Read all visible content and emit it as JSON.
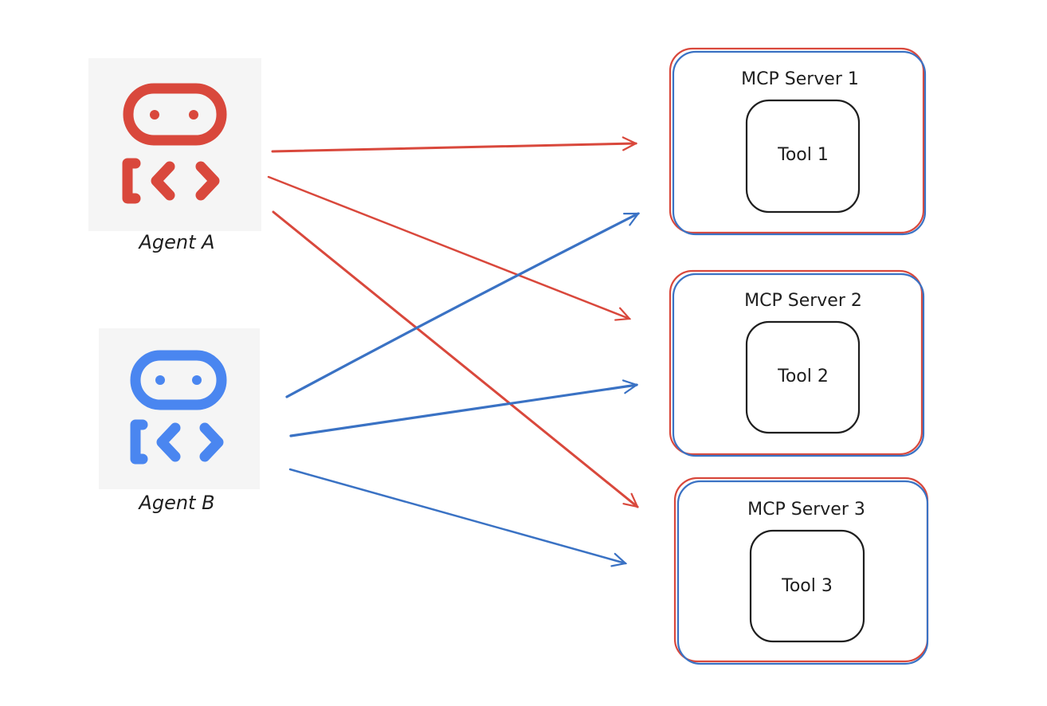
{
  "agents": [
    {
      "id": "agent-a",
      "label": "Agent A",
      "color": "#d9483c",
      "icon": "robot-code-icon"
    },
    {
      "id": "agent-b",
      "label": "Agent B",
      "color": "#4a86f0",
      "icon": "robot-code-icon"
    }
  ],
  "servers": [
    {
      "id": "server-1",
      "title": "MCP Server 1",
      "tool": "Tool 1"
    },
    {
      "id": "server-2",
      "title": "MCP Server 2",
      "tool": "Tool 2"
    },
    {
      "id": "server-3",
      "title": "MCP Server 3",
      "tool": "Tool 3"
    }
  ],
  "connections": [
    {
      "from": "Agent A",
      "to": "MCP Server 1",
      "color": "#d9483c"
    },
    {
      "from": "Agent A",
      "to": "MCP Server 2",
      "color": "#d9483c"
    },
    {
      "from": "Agent A",
      "to": "MCP Server 3",
      "color": "#d9483c"
    },
    {
      "from": "Agent B",
      "to": "MCP Server 1",
      "color": "#3a72c4"
    },
    {
      "from": "Agent B",
      "to": "MCP Server 2",
      "color": "#3a72c4"
    },
    {
      "from": "Agent B",
      "to": "MCP Server 3",
      "color": "#3a72c4"
    }
  ],
  "colors": {
    "red_outline": "#d9483c",
    "blue_outline": "#3a72c4",
    "ink": "#1e1e1e",
    "icon_bg": "#f5f5f5"
  }
}
